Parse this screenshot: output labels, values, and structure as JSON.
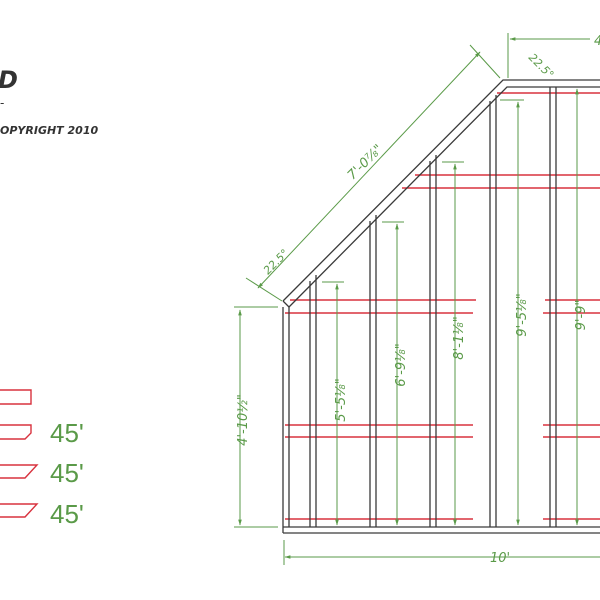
{
  "title_fragment": "D",
  "subtitle_fragment": "-",
  "copyright": "OPYRIGHT 2010",
  "colors": {
    "frame": "#3a3a3a",
    "blocking": "#d8323e",
    "dimension": "#5a9a48"
  },
  "cut_pieces": [
    {
      "label": ""
    },
    {
      "label": "45'"
    },
    {
      "label": "45'"
    },
    {
      "label": "45'"
    }
  ],
  "dimensions": {
    "left_wall_height": "4'-10½\"",
    "rafter_length": "7'-0⅞\"",
    "angle_bottom": "22.5°",
    "angle_top": "22.5°",
    "top_partial": "4",
    "stud_1": "5'-5⅛\"",
    "stud_2": "6'-9⅛\"",
    "stud_3": "8'-1⅛\"",
    "stud_4": "9'-5⅛\"",
    "stud_5": "9'-9\"",
    "width": "10'"
  }
}
